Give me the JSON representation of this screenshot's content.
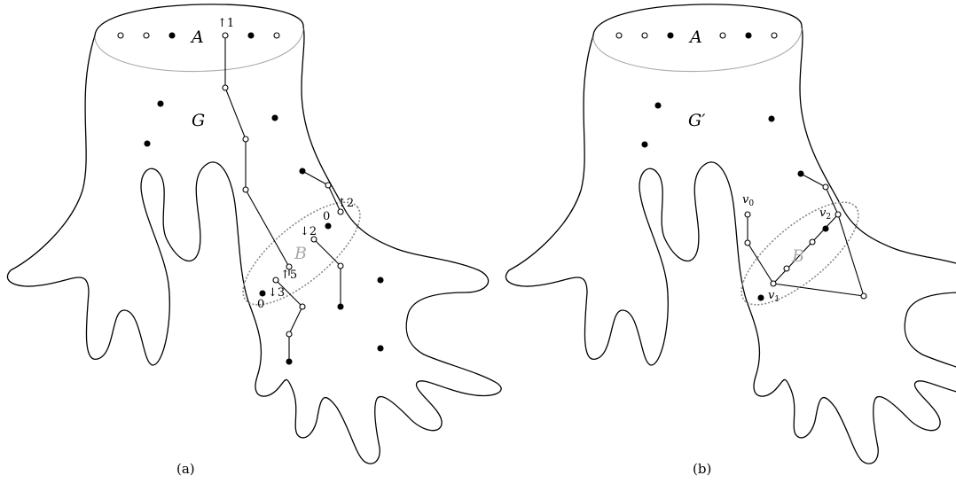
{
  "panels": [
    {
      "caption": "(a)",
      "graph_label": "G",
      "top_set_label": "A",
      "bag_label": "B",
      "labels": [
        "↑1",
        "↑2",
        "0",
        "↓2",
        "↑5",
        "↓3",
        "0"
      ]
    },
    {
      "caption": "(b)",
      "graph_label": "G′",
      "top_set_label": "A",
      "bag_label": "B",
      "vertex_labels": {
        "v0": {
          "base": "v",
          "sub": "0"
        },
        "v1": {
          "base": "v",
          "sub": "1"
        },
        "v2": {
          "base": "v",
          "sub": "2"
        }
      }
    }
  ],
  "colors": {
    "outline": "#000000",
    "bag": "#8a8a8a",
    "bag_label": "#a8a8a8",
    "rim_front": "#aaaaaa"
  }
}
